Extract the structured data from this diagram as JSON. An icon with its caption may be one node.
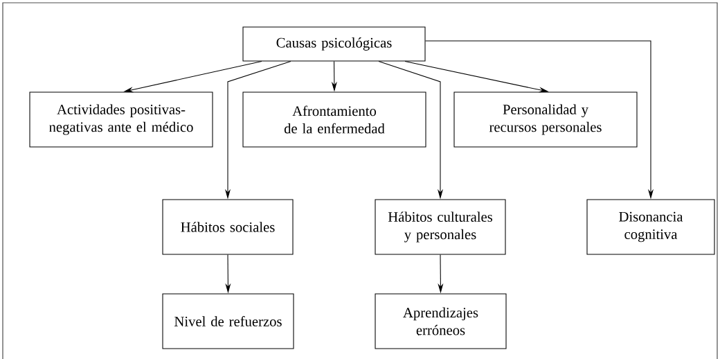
{
  "diagram": {
    "nodes": [
      {
        "text": [
          "Causas psicológicas"
        ]
      },
      {
        "text": [
          "Actividades positivas- negativas ante el médico"
        ]
      },
      {
        "text": [
          "Afrontamiento de la enfermedad"
        ]
      },
      {
        "text": [
          "Personalidad y recursos personales"
        ]
      },
      {
        "text": [
          "Hábitos sociales"
        ]
      },
      {
        "text": [
          "Hábitos culturales y personales"
        ]
      },
      {
        "text": [
          "Disonancia cognitiva"
        ]
      },
      {
        "text": [
          "Nivel de refuerzos"
        ]
      },
      {
        "text": [
          "Aprendizajes erróneos"
        ]
      }
    ],
    "edges": [
      {
        "from": 0,
        "to": 1,
        "arrow": "to"
      },
      {
        "from": 0,
        "to": 2,
        "arrow": "to"
      },
      {
        "from": 0,
        "to": 3,
        "arrow": "to"
      },
      {
        "from": 0,
        "to": 4,
        "arrow": "to"
      },
      {
        "from": 0,
        "to": 5,
        "arrow": "to"
      },
      {
        "from": 0,
        "to": 6,
        "arrow": "to"
      },
      {
        "from": 4,
        "to": 7,
        "arrow": "to"
      },
      {
        "from": 5,
        "to": 8,
        "arrow": "to"
      }
    ]
  }
}
